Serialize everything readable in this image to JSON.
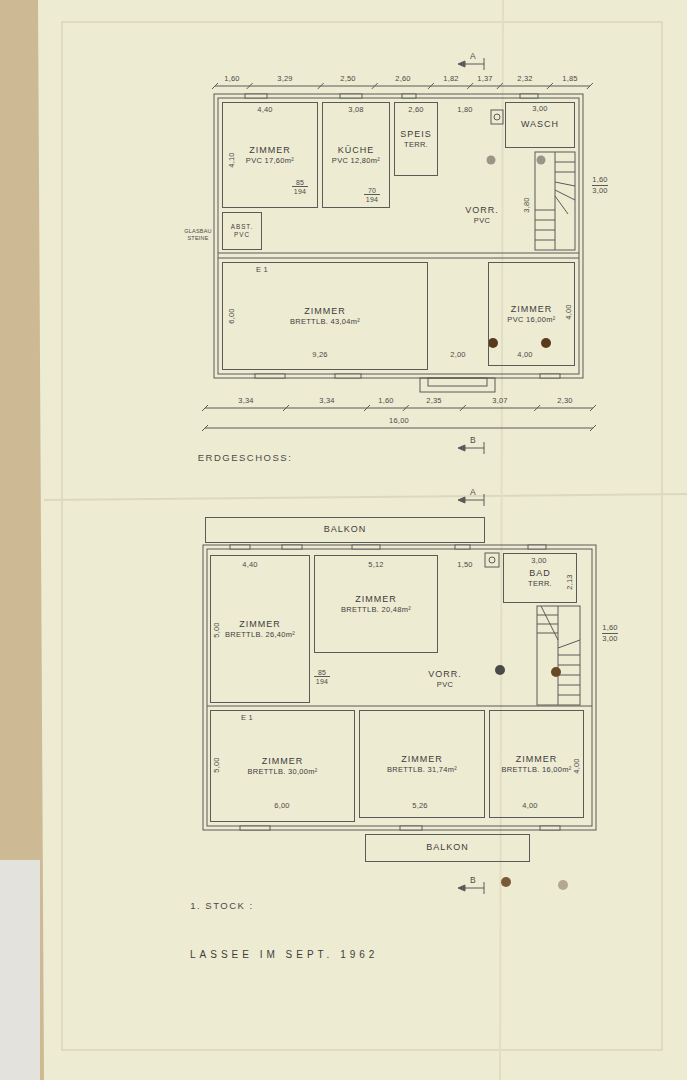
{
  "diagram": {
    "caption": "LASSEE IM SEPT. 1962",
    "nodes": [
      {
        "text": [
          "ZIMMER",
          "PVC 17,60m²"
        ]
      },
      {
        "text": [
          "KÜCHE",
          "PVC 12,80m²"
        ]
      },
      {
        "text": [
          "SPEIS",
          "TERR."
        ]
      },
      {
        "text": [
          "WASCH"
        ]
      },
      {
        "text": [
          "ABST. PVC"
        ]
      },
      {
        "text": [
          "VORR.",
          "PVC"
        ]
      },
      {
        "text": [
          "ZIMMER",
          "BRETTLB. 43,04m²"
        ]
      },
      {
        "text": [
          "ZIMMER",
          "PVC 16,00m²"
        ]
      },
      {
        "text": [
          "BALKON"
        ]
      },
      {
        "text": [
          "ZIMMER",
          "BRETTLB. 26,40m²"
        ]
      },
      {
        "text": [
          "ZIMMER",
          "BRETTLB. 20,48m²"
        ]
      },
      {
        "text": [
          "BAD",
          "TERR."
        ]
      },
      {
        "text": [
          "VORR.",
          "PVC"
        ]
      },
      {
        "text": [
          "ZIMMER",
          "BRETTLB. 30,00m²"
        ]
      },
      {
        "text": [
          "ZIMMER",
          "BRETTLB. 31,74m²"
        ]
      },
      {
        "text": [
          "ZIMMER",
          "BRETTLB. 16,00m²"
        ]
      },
      {
        "text": [
          "BALKON"
        ]
      }
    ],
    "labels": [
      "ERDGESCHOSS:",
      "1. STOCK :",
      "1,60",
      "3,29",
      "2,50",
      "2,60",
      "1,82",
      "1,37",
      "2,32",
      "1,85",
      "3,34",
      "3,34",
      "1,60",
      "2,35",
      "3,07",
      "2,30",
      "16,00",
      "4,40",
      "3,08",
      "2,60",
      "1,80",
      "3,00",
      "9,26",
      "2,00",
      "4,00",
      "6,00",
      "4,10",
      "3,80",
      "4,00",
      "1,60",
      "3,00",
      "E 1",
      "85",
      "194",
      "70",
      "194",
      "A",
      "B",
      "4,40",
      "5,12",
      "1,50",
      "3,00",
      "2,13",
      "5,00",
      "85",
      "194",
      "E 1",
      "6,00",
      "5,26",
      "4,00",
      "5,00",
      "4,00",
      "1,60",
      "3,00",
      "A",
      "B",
      "GLASBAU",
      "STEINE"
    ]
  }
}
